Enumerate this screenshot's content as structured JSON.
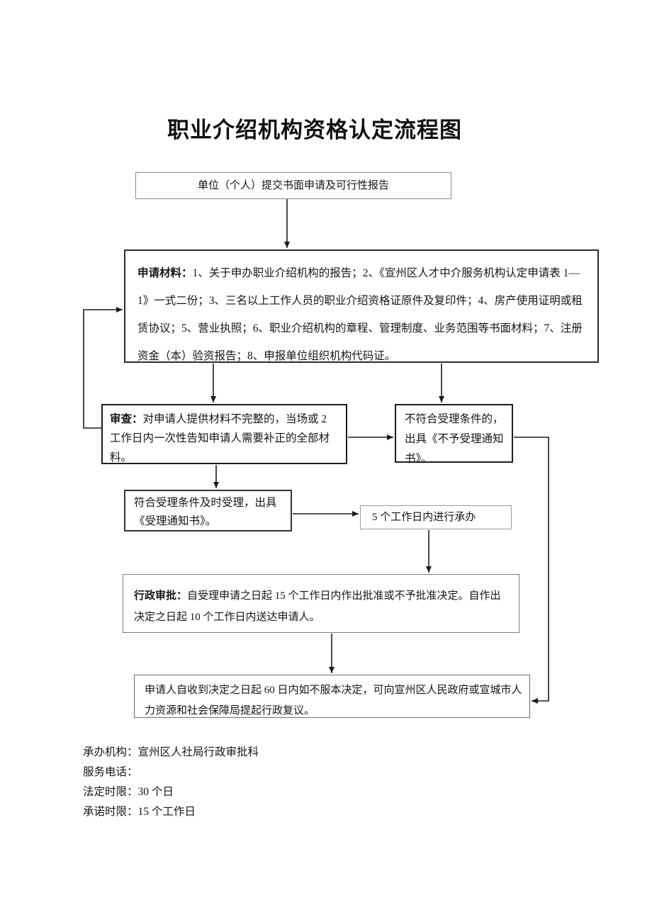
{
  "document": {
    "title": "职业介绍机构资格认定流程图"
  },
  "flowchart": {
    "submit_box": "单位（个人）提交书面申请及可行性报告",
    "materials_box": {
      "label": "申请材料：",
      "body": "1、关于申办职业介绍机构的报告；2、《宣州区人才中介服务机构认定申请表 1—1》一式二份；3、三名以上工作人员的职业介绍资格证原件及复印件；4、房产使用证明或租赁协议；5、营业执照；6、职业介绍机构的章程、管理制度、业务范围等书面材料；7、注册资金（本）验资报告；8、申报单位组织机构代码证。"
    },
    "review_box": {
      "label": "审查：",
      "body": "对申请人提供材料不完整的，当场或 2 工作日内一次性告知申请人需要补正的全部材料。"
    },
    "reject_box": "不符合受理条件的，出具《不予受理通知书》。",
    "accept_box": "符合受理条件及时受理，出具《受理通知书》。",
    "handle_box": "5 个工作日内进行承办",
    "approval_box": {
      "label": "行政审批：",
      "body": "自受理申请之日起 15 个工作日内作出批准或不予批准决定。自作出决定之日起 10 个工作日内送达申请人。"
    },
    "appeal_box": "申请人自收到决定之日起 60 日内如不服本决定，可向宣州区人民政府或宣城市人力资源和社会保障局提起行政复议。"
  },
  "footer": {
    "rows": [
      {
        "label": "承办机构：",
        "value": "宣州区人社局行政审批科"
      },
      {
        "label": "服务电话：",
        "value": ""
      },
      {
        "label": "法定时限：",
        "value": "30 个日"
      },
      {
        "label": "承诺时限：",
        "value": "15 个工作日"
      }
    ]
  },
  "colors": {
    "ink": "#1a1a1a",
    "border_dark": "#1d1d1d",
    "border_light": "#8a8a8a",
    "background": "#ffffff"
  }
}
